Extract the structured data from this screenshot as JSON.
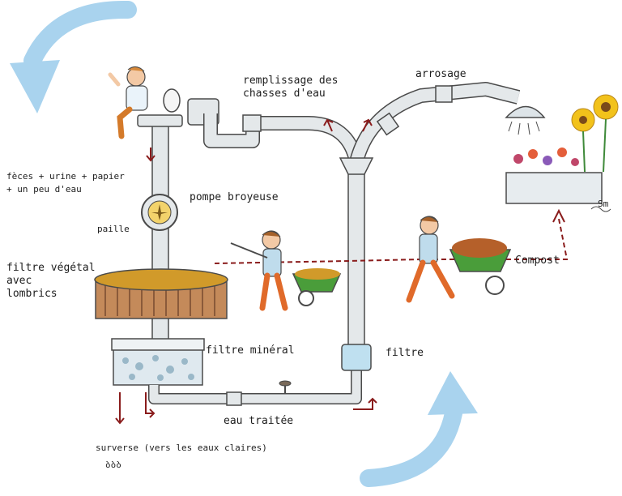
{
  "labels": {
    "remplissage_line1": "remplissage des",
    "remplissage_line2": "chasses d'eau",
    "arrosage": "arrosage",
    "feces_line1": "fèces + urine + papier",
    "feces_line2": "+ un peu d'eau",
    "pompe": "pompe broyeuse",
    "paille": "paille",
    "filtre_vegetal_line1": "filtre végétal",
    "filtre_vegetal_line2": "avec",
    "filtre_vegetal_line3": "lombrics",
    "filtre_mineral": "filtre minéral",
    "filtre": "filtre",
    "compost": "Compost",
    "eau_traitee": "eau traitée",
    "surverse": "surverse (vers les eaux claires)",
    "drops": "ბბბ",
    "signature": "Sm"
  },
  "colors": {
    "cycle_arrow": "#a9d3ee",
    "pipe_fill": "#e4e8ea",
    "pipe_stroke": "#4a4a4a",
    "flow_arrow": "#8a1c1c",
    "compost_path": "#8a1c1c",
    "straw": "#d19a2a",
    "filter_band": "#c48a5a",
    "wheelbarrow": "#4a9d3a",
    "mineral_filter": "#dfe9ef",
    "planter": "#e7ecef",
    "sunflower": "#f2c21b"
  },
  "icons": [
    "cycle-arrow-icon",
    "toilet-icon",
    "pump-icon",
    "shower-head-icon",
    "flower-icon",
    "wheelbarrow-icon",
    "person-icon",
    "valve-icon"
  ]
}
